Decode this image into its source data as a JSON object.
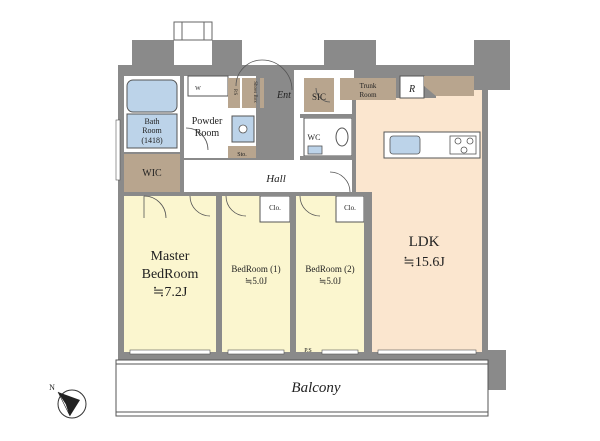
{
  "rooms": {
    "master": {
      "name_line1": "Master",
      "name_line2": "BedRoom",
      "size": "≒7.2J"
    },
    "bedroom1": {
      "name": "BedRoom (1)",
      "size": "≒5.0J"
    },
    "bedroom2": {
      "name": "BedRoom (2)",
      "size": "≒5.0J"
    },
    "ldk": {
      "name": "LDK",
      "size": "≒15.6J"
    },
    "bath": {
      "line1": "Bath",
      "line2": "Room",
      "line3": "(1418)"
    },
    "powder": {
      "line1": "Powder",
      "line2": "Room"
    },
    "wic": "WIC",
    "sic": "SIC",
    "trunk": {
      "line1": "Trunk",
      "line2": "Room"
    },
    "wc": "WC",
    "hall": "Hall",
    "ent": "Ent",
    "balcony": "Balcony",
    "fridge": "R",
    "clo1": "Clo.",
    "clo2": "Clo.",
    "sto": "Sto.",
    "shoes": "Shoes Box",
    "ps_entry": "P.S",
    "ps_bottom": "P.S",
    "wm": "W"
  },
  "compass": {
    "label": "N"
  },
  "colors": {
    "wall": "#7a7a7a",
    "floor_room": "#fbf6cf",
    "floor_wood": "#fbe6cf",
    "storage": "#b8a58e",
    "bath_blue": "#bcd3e9",
    "hall_floor": "#ffffff"
  }
}
